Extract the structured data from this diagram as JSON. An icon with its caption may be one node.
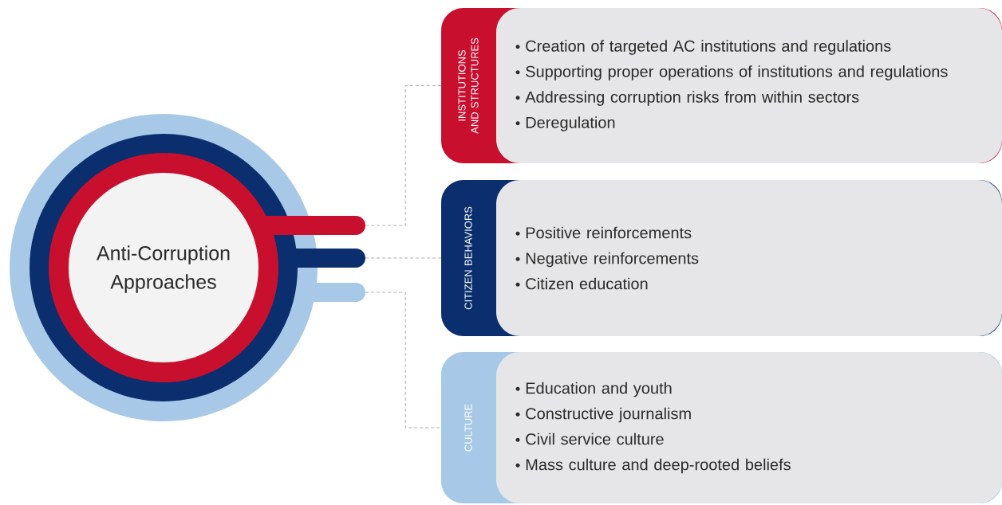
{
  "diagram": {
    "nodes": [
      {
        "text": [
          "Anti-Corruption Approaches"
        ]
      },
      {
        "text": [],
        "shape": "bar"
      },
      {
        "text": [],
        "shape": "bar"
      },
      {
        "text": [],
        "shape": "bar"
      },
      {
        "text": [
          "INSTITUTIONS AND STRUCTURES",
          "Creation of targeted AC institutions and regulations",
          "Supporting proper operations of institutions and regulations",
          "Addressing corruption risks from within sectors",
          "Deregulation"
        ]
      },
      {
        "text": [
          "CITIZEN BEHAVIORS",
          "Positive reinforcements",
          "Negative reinforcements",
          "Citizen education"
        ]
      },
      {
        "text": [
          "CULTURE",
          "Education and youth",
          "Constructive journalism",
          "Civil service culture",
          "Mass culture and deep-rooted beliefs"
        ]
      }
    ],
    "edges": [
      {
        "from": 1,
        "to": 4,
        "arrow": "none",
        "style": "dashed"
      },
      {
        "from": 2,
        "to": 5,
        "arrow": "none",
        "style": "dashed"
      },
      {
        "from": 3,
        "to": 6,
        "arrow": "none",
        "style": "dashed"
      }
    ]
  }
}
